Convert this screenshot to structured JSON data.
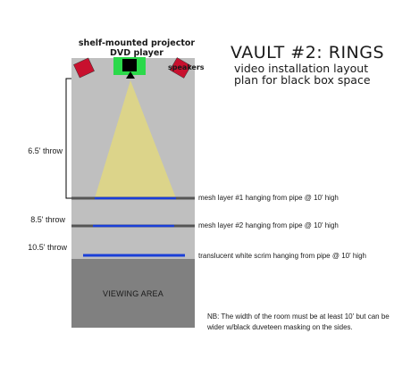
{
  "title": "VAULT #2: RINGS",
  "subtitle": "video installation layout plan for black box space",
  "projector_label": "shelf-mounted projector DVD player",
  "speakers_label": "speakers",
  "throws": {
    "throw_1": "6.5' throw",
    "throw_2": "8.5' throw",
    "throw_3": "10.5' throw"
  },
  "layers": {
    "layer_1": "mesh layer #1 hanging from pipe @ 10' high",
    "layer_2": "mesh layer #2 hanging from pipe @ 10' high",
    "layer_3": "translucent white scrim hanging from pipe @ 10' high"
  },
  "viewing_area": "VIEWING AREA",
  "note": "NB:  The width of the room must be at least 10' but can be wider w/black duveteen masking on the sides.",
  "colors": {
    "room": "#bfbfbf",
    "viewing": "#808080",
    "beam": "#dcd48a",
    "screen": "#1a3fd8",
    "pipe": "#555555",
    "speaker": "#c8102e",
    "dvd": "#2bd94a"
  }
}
